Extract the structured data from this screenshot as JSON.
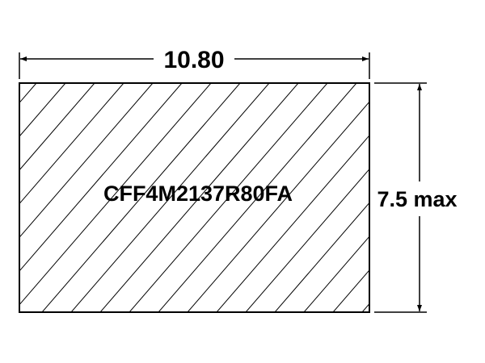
{
  "drawing": {
    "part_number": "CFF4M2137R80FA",
    "width_dimension": "10.80",
    "height_dimension": "7.5 max",
    "line_color": "#000000",
    "background_color": "#ffffff"
  }
}
